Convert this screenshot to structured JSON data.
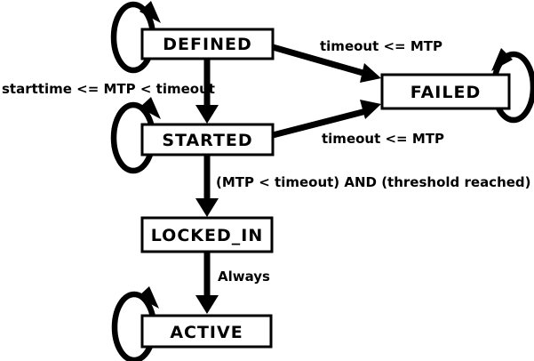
{
  "diagram": {
    "title": "state-transition-diagram",
    "colors": {
      "background": "#ffffff",
      "stroke": "#000000",
      "state_fill": "#ffffff",
      "text": "#000000"
    },
    "states": [
      {
        "id": "defined",
        "label": "DEFINED",
        "self_loop": true
      },
      {
        "id": "failed",
        "label": "FAILED",
        "self_loop": true
      },
      {
        "id": "started",
        "label": "STARTED",
        "self_loop": true
      },
      {
        "id": "locked_in",
        "label": "LOCKED_IN",
        "self_loop": false
      },
      {
        "id": "active",
        "label": "ACTIVE",
        "self_loop": true
      }
    ],
    "transitions": [
      {
        "from": "DEFINED",
        "to": "FAILED",
        "label": "timeout <= MTP"
      },
      {
        "from": "DEFINED",
        "to": "STARTED",
        "label": "starttime <= MTP < timeout"
      },
      {
        "from": "STARTED",
        "to": "FAILED",
        "label": "timeout <= MTP"
      },
      {
        "from": "STARTED",
        "to": "LOCKED_IN",
        "label": "(MTP < timeout) AND (threshold reached)"
      },
      {
        "from": "LOCKED_IN",
        "to": "ACTIVE",
        "label": "Always"
      }
    ]
  }
}
